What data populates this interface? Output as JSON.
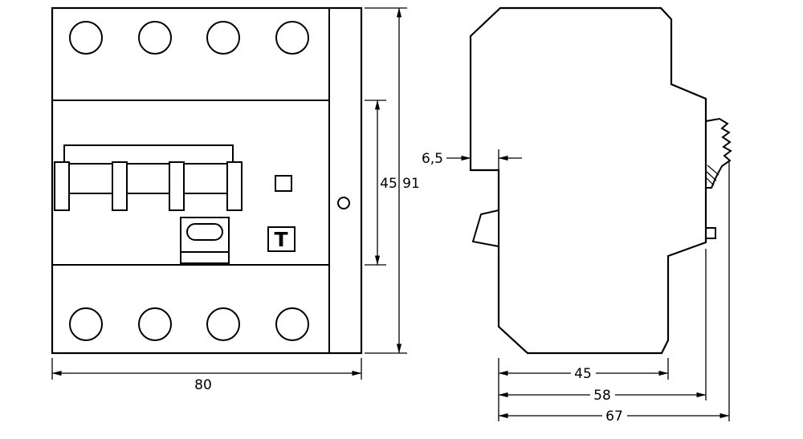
{
  "drawing": {
    "type": "technical-dimension-drawing",
    "subject": "4-pole residual current circuit breaker, front and side views",
    "colors": {
      "line": "#000000",
      "background": "#ffffff"
    },
    "front_view": {
      "test_button_symbol": "T",
      "dimensions": {
        "width": "80",
        "center_section_height": "45",
        "total_height": "91"
      }
    },
    "side_view": {
      "dimensions": {
        "front_step": "6,5",
        "body_depth": "45",
        "depth_with_rail": "58",
        "total_depth": "67"
      }
    }
  }
}
